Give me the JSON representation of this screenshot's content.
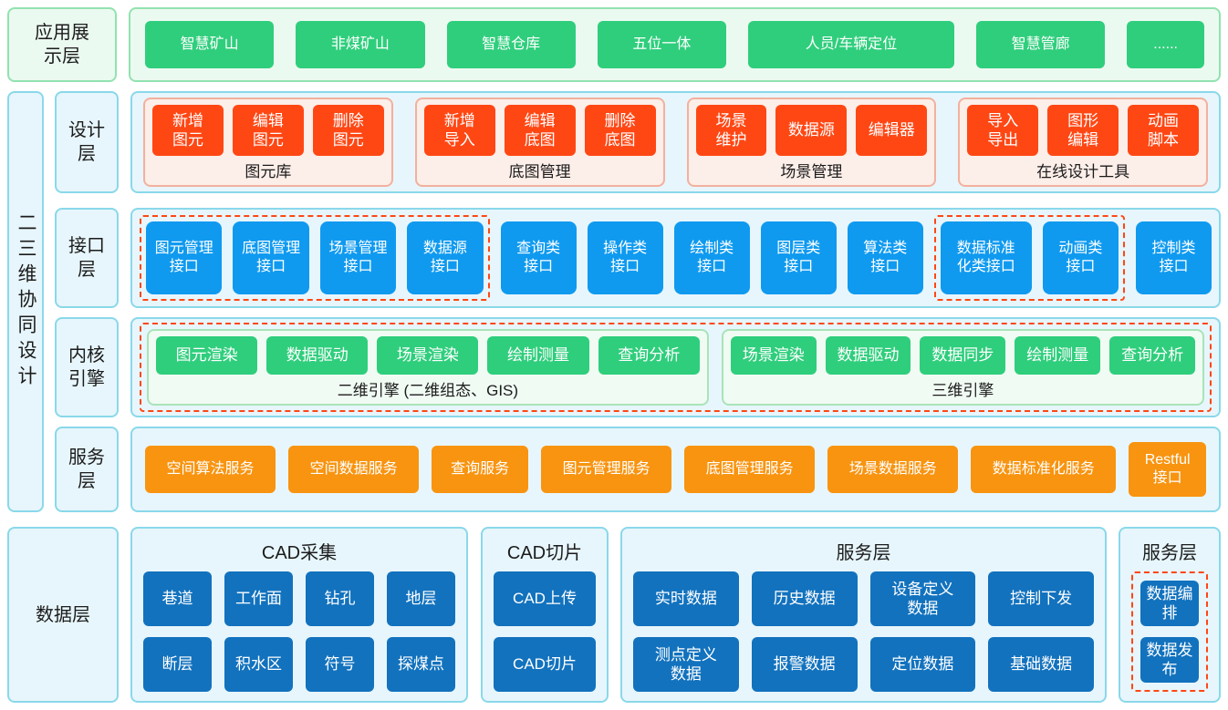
{
  "colors": {
    "green_chip": "#2fce7c",
    "red_chip": "#ff4714",
    "blue_chip": "#0f9af0",
    "orange_chip": "#f89410",
    "dark_blue_chip": "#1272be",
    "dashed_border": "#ff4714",
    "light_blue_panel": "#e7f6fc",
    "light_green_panel": "#ebfaf1",
    "pink_group": "#fceee8"
  },
  "side_label": "二三维协同设计",
  "app_layer": {
    "label": "应用展\n示层",
    "buttons": [
      "智慧矿山",
      "非煤矿山",
      "智慧仓库",
      "五位一体",
      "人员/车辆定位",
      "智慧管廊",
      "......"
    ]
  },
  "design_layer": {
    "label": "设计\n层",
    "groups": [
      {
        "title": "图元库",
        "buttons": [
          "新增\n图元",
          "编辑\n图元",
          "删除\n图元"
        ]
      },
      {
        "title": "底图管理",
        "buttons": [
          "新增\n导入",
          "编辑\n底图",
          "删除\n底图"
        ]
      },
      {
        "title": "场景管理",
        "buttons": [
          "场景\n维护",
          "数据源",
          "编辑器"
        ]
      },
      {
        "title": "在线设计工具",
        "buttons": [
          "导入\n导出",
          "图形\n编辑",
          "动画\n脚本"
        ]
      }
    ]
  },
  "interface_layer": {
    "label": "接口\n层",
    "dashed_group_1": [
      "图元管理\n接口",
      "底图管理\n接口",
      "场景管理\n接口",
      "数据源\n接口"
    ],
    "middle": [
      "查询类\n接口",
      "操作类\n接口",
      "绘制类\n接口",
      "图层类\n接口",
      "算法类\n接口"
    ],
    "dashed_group_2": [
      "数据标准\n化类接口",
      "动画类\n接口"
    ],
    "last": "控制类\n接口"
  },
  "kernel_layer": {
    "label": "内核\n引擎",
    "groups": [
      {
        "title": "二维引擎 (二维组态、GIS)",
        "buttons": [
          "图元渲染",
          "数据驱动",
          "场景渲染",
          "绘制测量",
          "查询分析"
        ]
      },
      {
        "title": "三维引擎",
        "buttons": [
          "场景渲染",
          "数据驱动",
          "数据同步",
          "绘制测量",
          "查询分析"
        ]
      }
    ]
  },
  "service_layer": {
    "label": "服务\n层",
    "buttons": [
      "空间算法服务",
      "空间数据服务",
      "查询服务",
      "图元管理服务",
      "底图管理服务",
      "场景数据服务",
      "数据标准化服务",
      "Restful\n接口"
    ]
  },
  "data_layer": {
    "label": "数据层",
    "cad_collect": {
      "title": "CAD采集",
      "rows": [
        [
          "巷道",
          "工作面",
          "钻孔",
          "地层"
        ],
        [
          "断层",
          "积水区",
          "符号",
          "探煤点"
        ]
      ]
    },
    "cad_slice": {
      "title": "CAD切片",
      "buttons": [
        "CAD上传",
        "CAD切片"
      ]
    },
    "service_group": {
      "title": "服务层",
      "rows": [
        [
          "实时数据",
          "历史数据",
          "设备定义\n数据",
          "控制下发"
        ],
        [
          "测点定义\n数据",
          "报警数据",
          "定位数据",
          "基础数据"
        ]
      ]
    },
    "publish_group": {
      "title": "服务层",
      "buttons": [
        "数据编排",
        "数据发布"
      ]
    }
  }
}
